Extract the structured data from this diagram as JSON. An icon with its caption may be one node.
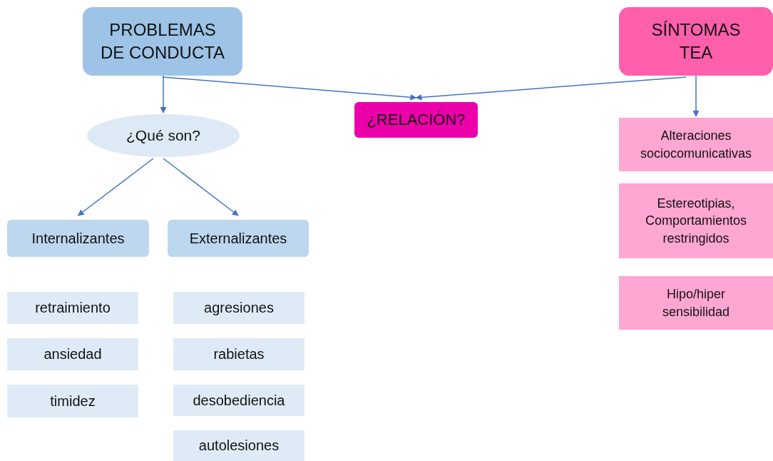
{
  "diagram": {
    "nodes": [
      {
        "text": [
          "PROBLEMAS DE CONDUCTA"
        ]
      },
      {
        "text": [
          "SÍNTOMAS TEA"
        ]
      },
      {
        "text": [
          "¿RELACIÓN?"
        ]
      },
      {
        "text": [
          "¿Qué son?"
        ]
      },
      {
        "text": [
          "Internalizantes"
        ]
      },
      {
        "text": [
          "Externalizantes"
        ]
      },
      {
        "text": [
          "retraimiento"
        ]
      },
      {
        "text": [
          "ansiedad"
        ]
      },
      {
        "text": [
          "timidez"
        ]
      },
      {
        "text": [
          "agresiones"
        ]
      },
      {
        "text": [
          "rabietas"
        ]
      },
      {
        "text": [
          "desobediencia"
        ]
      },
      {
        "text": [
          "autolesiones"
        ]
      },
      {
        "text": [
          "Alteraciones sociocomunicativas"
        ]
      },
      {
        "text": [
          "Estereotipias, Comportamientos restringidos"
        ]
      },
      {
        "text": [
          "Hipo/hiper sensibilidad"
        ]
      }
    ],
    "edges": [
      {
        "from": 0,
        "to": 3,
        "arrow": "to"
      },
      {
        "from": 3,
        "to": 4,
        "arrow": "to"
      },
      {
        "from": 3,
        "to": 5,
        "arrow": "to"
      },
      {
        "from": 0,
        "to": 2,
        "arrow": "to"
      },
      {
        "from": 1,
        "to": 2,
        "arrow": "to"
      },
      {
        "from": 1,
        "to": 13,
        "arrow": "to"
      }
    ]
  }
}
